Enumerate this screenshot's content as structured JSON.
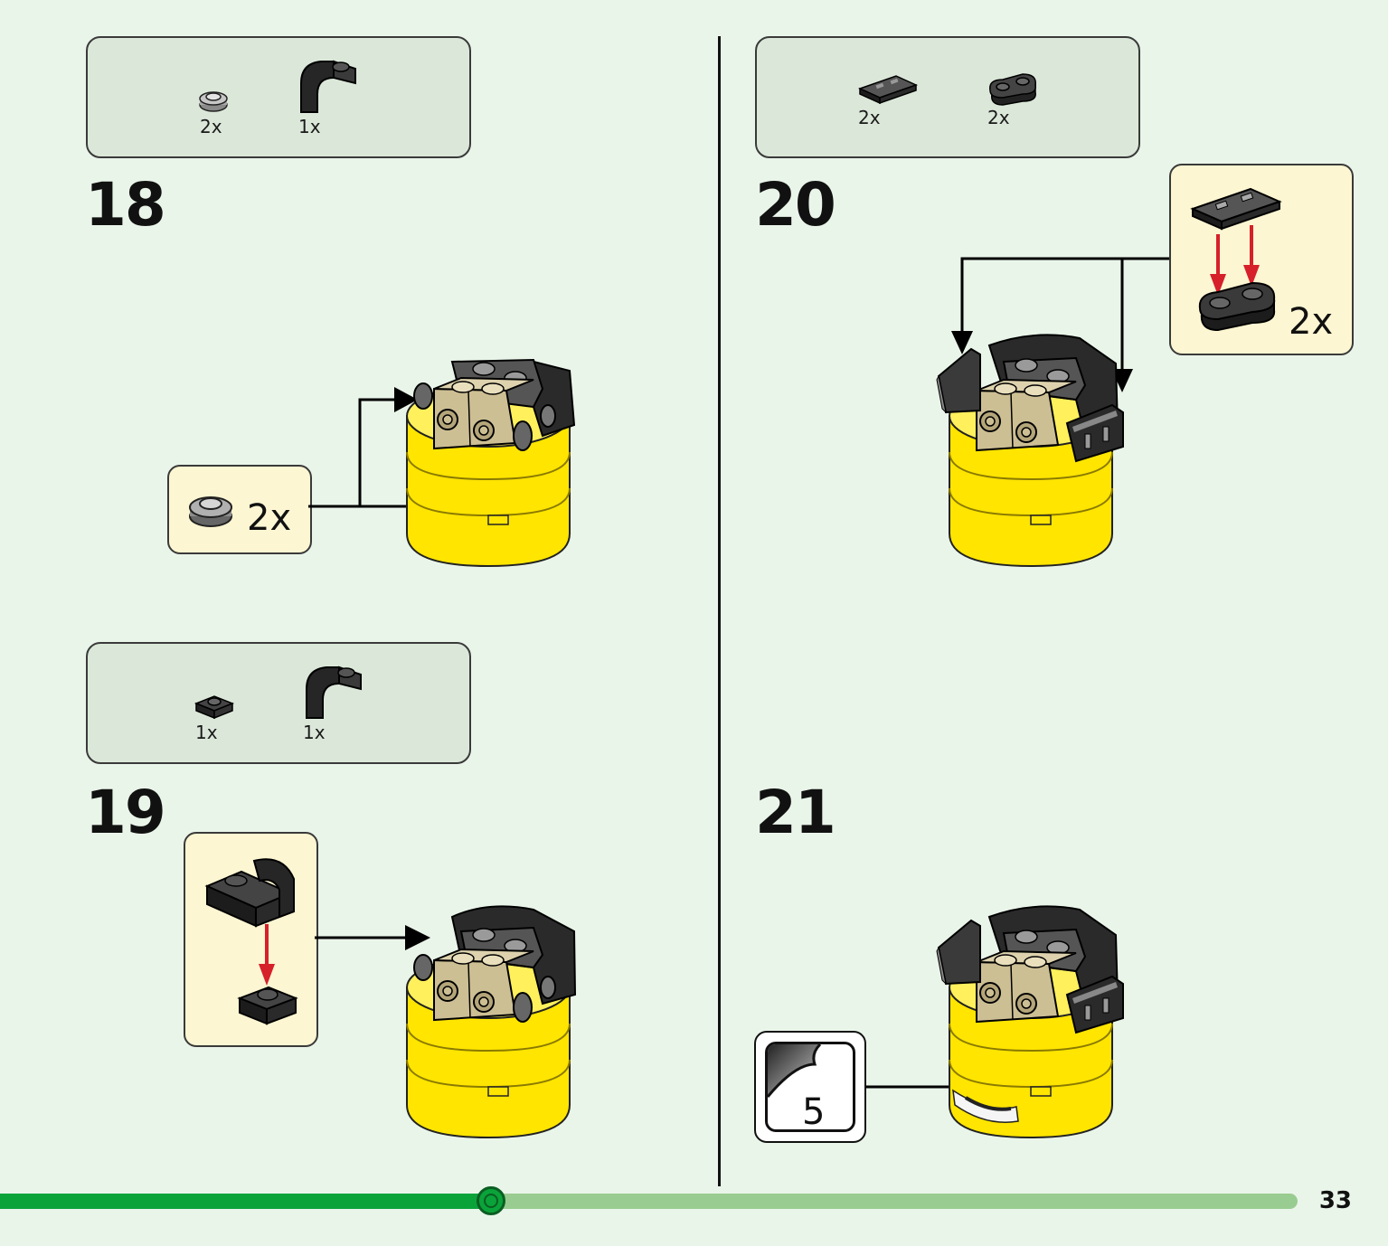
{
  "page_number": "33",
  "progress": 0.354,
  "steps": [
    {
      "number": "18",
      "parts": [
        {
          "icon": "round-plate-1x1-icon",
          "qty": "2x"
        },
        {
          "icon": "curved-slope-black-icon",
          "qty": "1x"
        }
      ],
      "callout_qty": "2x"
    },
    {
      "number": "19",
      "parts": [
        {
          "icon": "plate-1x1-black-icon",
          "qty": "1x"
        },
        {
          "icon": "curved-slope-black-icon",
          "qty": "1x"
        }
      ]
    },
    {
      "number": "20",
      "parts": [
        {
          "icon": "tile-grille-black-icon",
          "qty": "2x"
        },
        {
          "icon": "plate-1x2-rounded-black-icon",
          "qty": "2x"
        }
      ],
      "callout_qty": "2x"
    },
    {
      "number": "21",
      "sticker_number": "5"
    }
  ],
  "colors": {
    "background": "#eaf5ea",
    "parts_box": "#dbe8d9",
    "callout": "#fdf6d2",
    "yellow_brick": "#ffe500",
    "tan_brick": "#cdbf94",
    "progress_fill": "#0aa33a",
    "progress_track": "#99cc90",
    "arrow_red": "#d6202a"
  }
}
